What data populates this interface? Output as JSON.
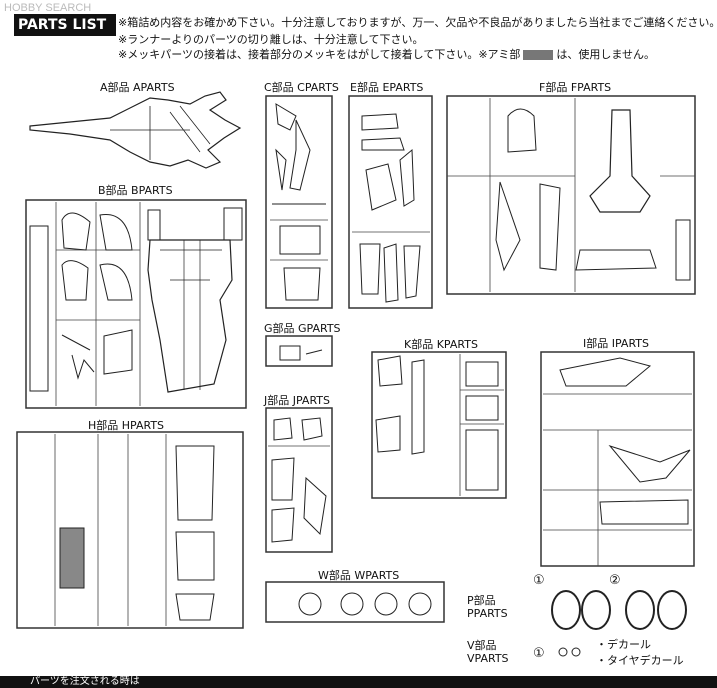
{
  "watermark": "HOBBY SEARCH",
  "header": {
    "badge": "PARTS LIST",
    "notes": [
      "※箱詰め内容をお確かめ下さい。十分注意しておりますが、万一、欠品や不良品がありましたら当社までご連絡ください。",
      "※ランナーよりのパーツの切り離しは、十分注意して下さい。",
      "※メッキパーツの接着は、接着部分のメッキをはがして接着して下さい。※アミ部",
      "は、使用しません。"
    ]
  },
  "sprues": {
    "A": {
      "title": "A部品 APARTS"
    },
    "B": {
      "title": "B部品 BPARTS"
    },
    "C": {
      "title": "C部品 CPARTS"
    },
    "E": {
      "title": "E部品 EPARTS"
    },
    "F": {
      "title": "F部品 FPARTS"
    },
    "G": {
      "title": "G部品 GPARTS"
    },
    "H": {
      "title": "H部品 HPARTS"
    },
    "I": {
      "title": "I部品 IPARTS"
    },
    "J": {
      "title": "J部品 JPARTS"
    },
    "K": {
      "title": "K部品 KPARTS"
    },
    "W": {
      "title": "W部品 WPARTS"
    }
  },
  "tires": {
    "p_title": "P部品",
    "p_sub": "PPARTS",
    "v_title": "V部品",
    "v_sub": "VPARTS",
    "circle_1": "①",
    "circle_2": "②",
    "legend_1": "・デカール",
    "legend_2": "・タイヤデカール"
  },
  "footer": "パーツを注文される時は"
}
